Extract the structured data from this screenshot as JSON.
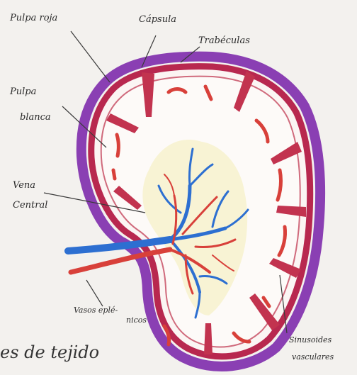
{
  "labels": {
    "pulpa_roja": "Pulpa roja",
    "capsula": "Cápsula",
    "trabeculas": "Trabéculas",
    "pulpa_blanca_1": "Pulpa",
    "pulpa_blanca_2": "blanca",
    "vena_central_1": "Vena",
    "vena_central_2": "Central",
    "vasos_1": "Vasos eplé-",
    "vasos_2": "nicos",
    "sinusoides_1": "Sinusoides",
    "sinusoides_2": "vasculares",
    "bottom_text": "es de tejido"
  },
  "colors": {
    "capsule": "#8a3fb3",
    "red_pulp": "#b8284f",
    "trabecula": "#c2334f",
    "vein": "#2d6fd1",
    "artery": "#d8403a",
    "white_pulp": "#f7f2cf",
    "paper": "#f3f1ee"
  }
}
